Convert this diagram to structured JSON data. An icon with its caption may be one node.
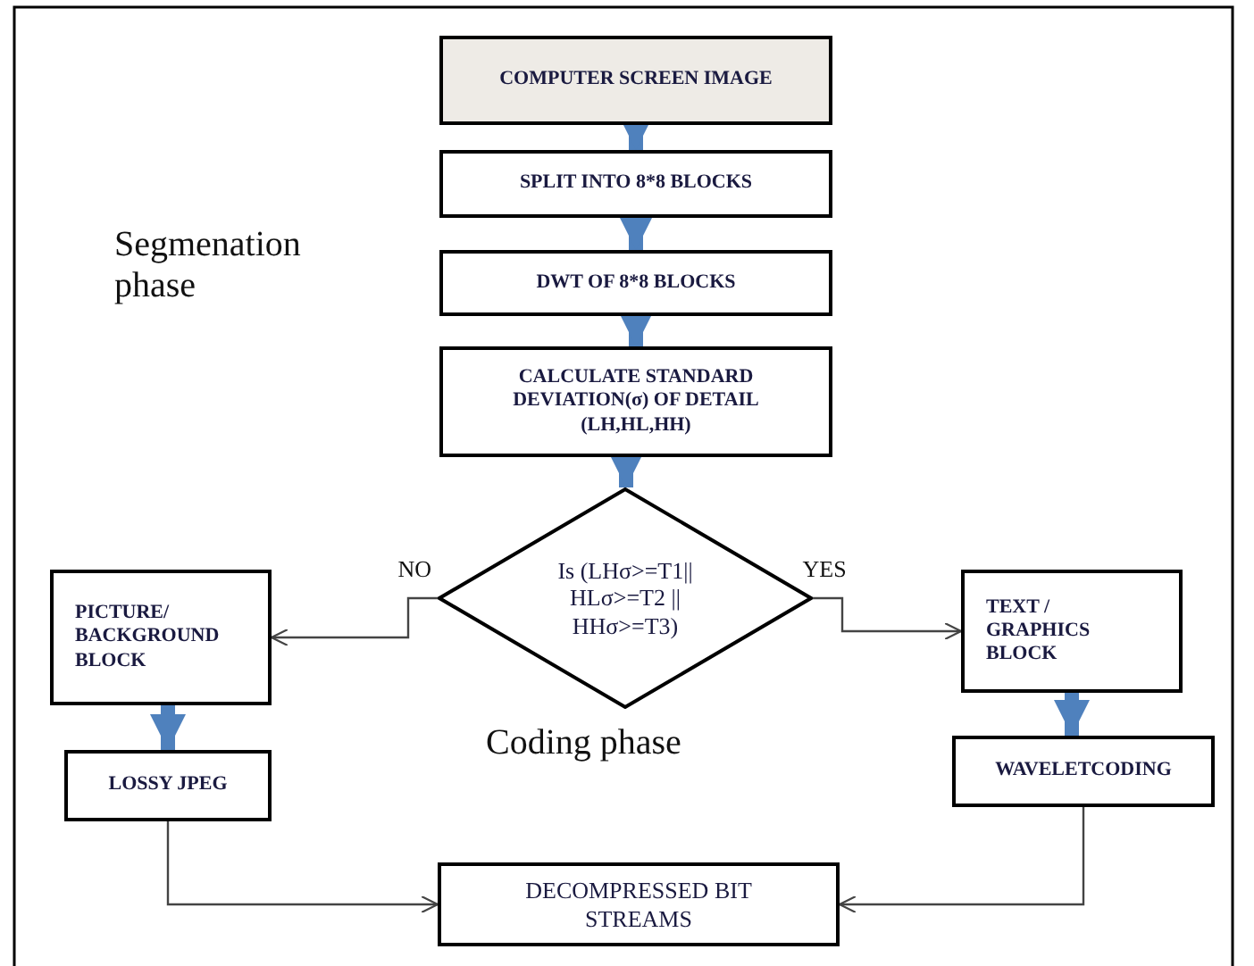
{
  "diagram": {
    "nodes": [
      {
        "text": [
          "COMPUTER SCREEN IMAGE"
        ]
      },
      {
        "text": [
          "SPLIT INTO 8*8 BLOCKS"
        ]
      },
      {
        "text": [
          "DWT OF 8*8 BLOCKS"
        ]
      },
      {
        "text": [
          "CALCULATE STANDARD DEVIATION(σ) OF DETAIL (LH,HL,HH)"
        ]
      },
      {
        "text": [
          "Is (LHσ>=T1|| HLσ>=T2 || HHσ>=T3)"
        ]
      },
      {
        "text": [
          "PICTURE/ BACKGROUND BLOCK"
        ]
      },
      {
        "text": [
          "LOSSY JPEG"
        ]
      },
      {
        "text": [
          "TEXT / GRAPHICS BLOCK"
        ]
      },
      {
        "text": [
          "WAVELETCODING"
        ]
      },
      {
        "text": [
          "DECOMPRESSED BIT STREAMS"
        ]
      }
    ],
    "edges": [
      {
        "from": 0,
        "to": 1,
        "arrow": "to"
      },
      {
        "from": 1,
        "to": 2,
        "arrow": "to"
      },
      {
        "from": 2,
        "to": 3,
        "arrow": "to"
      },
      {
        "from": 3,
        "to": 4,
        "arrow": "to"
      },
      {
        "from": 4,
        "to": 5,
        "arrow": "to",
        "label": "NO",
        "color": "#444444"
      },
      {
        "from": 4,
        "to": 7,
        "arrow": "to",
        "label": "YES",
        "color": "#444444"
      },
      {
        "from": 5,
        "to": 6,
        "arrow": "to"
      },
      {
        "from": 7,
        "to": 8,
        "arrow": "to"
      },
      {
        "from": 6,
        "to": 9,
        "arrow": "to",
        "color": "#444444"
      },
      {
        "from": 8,
        "to": 9,
        "arrow": "to",
        "color": "#444444"
      }
    ],
    "labels": [
      "Segmenation phase",
      "Coding phase"
    ]
  }
}
